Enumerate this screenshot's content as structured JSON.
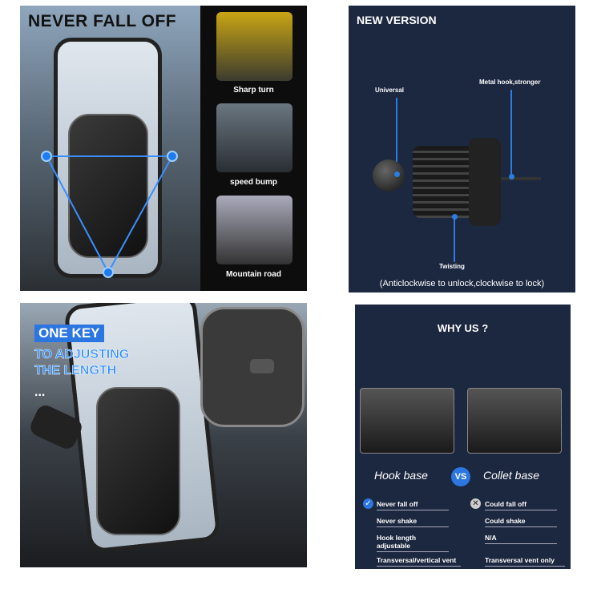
{
  "panel1": {
    "title": "NEVER FALL OFF",
    "scenarios": [
      "Sharp turn",
      "speed bump",
      "Mountain road"
    ]
  },
  "panel2": {
    "title": "NEW VERSION",
    "labels": {
      "universal": "Universal",
      "hook": "Metal hook,stronger",
      "twisting": "Twisting"
    },
    "note": "(Anticlockwise to unlock,clockwise to lock)"
  },
  "panel3": {
    "line1": "ONE KEY",
    "line2": "TO ADJUSTING",
    "line3": "THE LENGTH",
    "dots": "..."
  },
  "panel4": {
    "title": "WHY US ?",
    "left_title": "Hook base",
    "vs": "VS",
    "right_title": "Collet base",
    "left_features": [
      "Never fall off",
      "Never shake",
      "Hook length adjustable",
      "Transversal/vertical vent"
    ],
    "right_features": [
      "Could fall off",
      "Could shake",
      "N/A",
      "Transversal vent only"
    ]
  },
  "colors": {
    "accent": "#2b76e0",
    "navy": "#1c2740"
  }
}
